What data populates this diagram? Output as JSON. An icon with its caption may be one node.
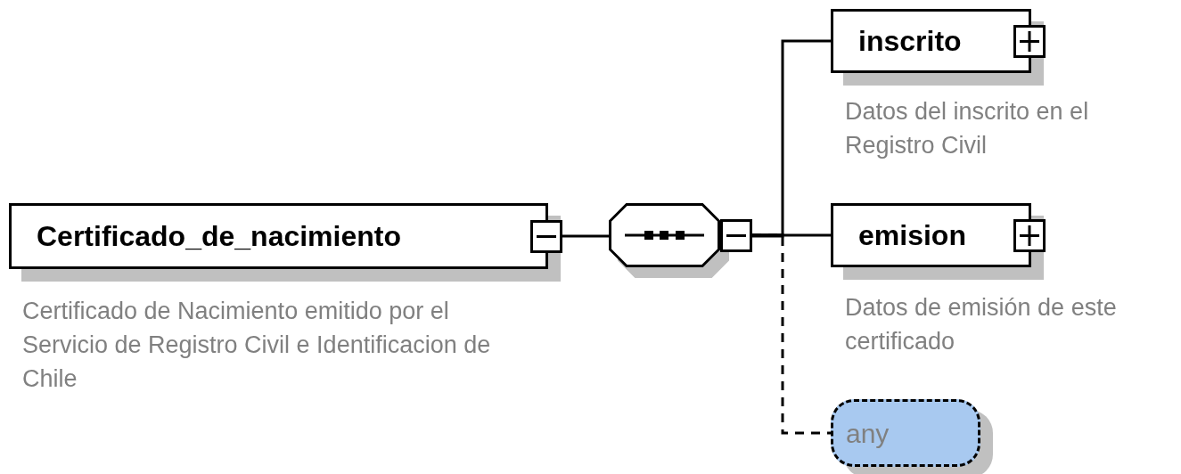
{
  "diagram": {
    "nodes": [
      {
        "text": [
          "Certificado_de_nacimiento"
        ],
        "beside": [
          "Certificado de Nacimiento emitido por el Servicio de Registro Civil e Identificacion de Chile"
        ]
      },
      {
        "text": [],
        "shape": "octagon"
      },
      {
        "text": [
          "inscrito"
        ],
        "beside": [
          "Datos del inscrito en el Registro Civil"
        ]
      },
      {
        "text": [
          "emision"
        ],
        "beside": [
          "Datos de emisión de este certificado"
        ]
      },
      {
        "text": [
          "any"
        ]
      }
    ],
    "edges": [
      {
        "from": 0,
        "to": 1,
        "arrow": "none"
      },
      {
        "from": 1,
        "to": 2,
        "arrow": "none"
      },
      {
        "from": 1,
        "to": 3,
        "arrow": "none"
      },
      {
        "from": 1,
        "to": 4,
        "arrow": "none",
        "style": "dashed"
      }
    ]
  }
}
